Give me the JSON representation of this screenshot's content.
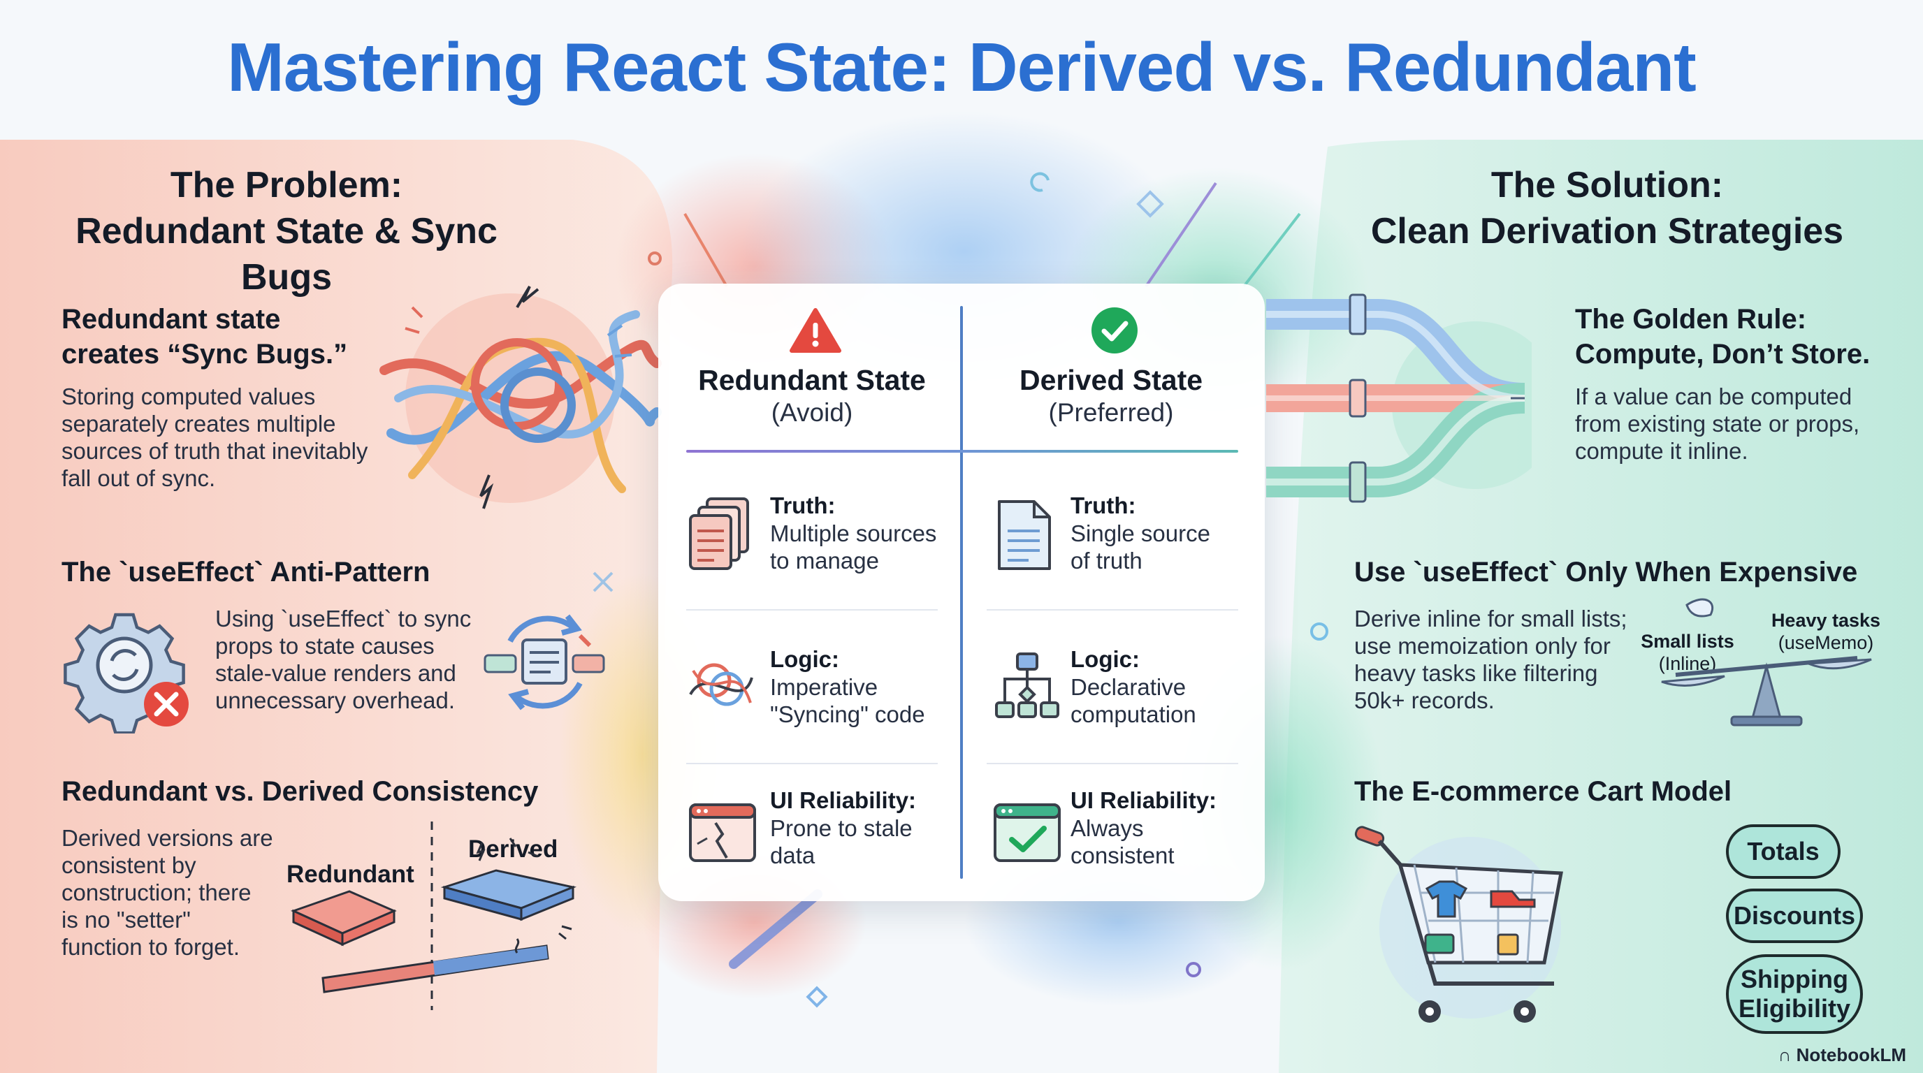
{
  "title": "Mastering React State: Derived vs. Redundant",
  "left": {
    "heading_line1": "The Problem:",
    "heading_line2": "Redundant State & Sync Bugs",
    "sync_bugs": {
      "title_line1": "Redundant state",
      "title_line2": "creates “Sync Bugs.”",
      "body": [
        "Storing computed values",
        "separately creates multiple",
        "sources of truth that inevitably",
        "fall out of sync."
      ]
    },
    "anti_pattern": {
      "title": "The `useEffect` Anti-Pattern",
      "body": [
        "Using `useEffect` to sync",
        "props to state causes",
        "stale-value renders and",
        "unnecessary overhead."
      ]
    },
    "consistency": {
      "title": "Redundant vs. Derived Consistency",
      "body": [
        "Derived versions are",
        "consistent by",
        "construction; there",
        "is no \"setter\"",
        "function to forget."
      ],
      "label_redundant": "Redundant",
      "label_derived": "Derived"
    }
  },
  "center": {
    "col_left": {
      "heading": "Redundant State",
      "sub": "(Avoid)"
    },
    "col_right": {
      "heading": "Derived State",
      "sub": "(Preferred)"
    },
    "rows": [
      {
        "left_label": "Truth:",
        "left_value": [
          "Multiple sources",
          "to manage"
        ],
        "right_label": "Truth:",
        "right_value": [
          "Single source",
          "of truth"
        ]
      },
      {
        "left_label": "Logic:",
        "left_value": [
          "Imperative",
          "\"Syncing\" code"
        ],
        "right_label": "Logic:",
        "right_value": [
          "Declarative",
          "computation"
        ]
      },
      {
        "left_label": "UI Reliability:",
        "left_value": [
          "Prone to stale",
          "data"
        ],
        "right_label": "UI Reliability:",
        "right_value": [
          "Always",
          "consistent"
        ]
      }
    ]
  },
  "right": {
    "heading_line1": "The Solution:",
    "heading_line2": "Clean Derivation Strategies",
    "golden_rule": {
      "title_line1": "The Golden Rule:",
      "title_line2": "Compute, Don’t Store.",
      "body": [
        "If a value can be computed",
        "from existing state or props,",
        "compute it inline."
      ]
    },
    "expensive": {
      "title": "Use `useEffect` Only When Expensive",
      "body": [
        "Derive inline for small lists;",
        "use memoization only for",
        "heavy tasks like filtering",
        "50k+ records."
      ],
      "small_label": "Small lists",
      "small_sub": "(Inline)",
      "heavy_label": "Heavy tasks",
      "heavy_sub": "(useMemo)"
    },
    "cart": {
      "title": "The E-commerce Cart Model",
      "pills": [
        "Totals",
        "Discounts",
        "Shipping Eligibility"
      ]
    }
  },
  "brand": "NotebookLM",
  "colors": {
    "title": "#2b6fd1",
    "problem_bg": "#f9d6cc",
    "solution_bg": "#cdeee3",
    "accent_red": "#e4493f",
    "accent_green": "#1fa85a",
    "pill_fill": "#aee5da"
  }
}
